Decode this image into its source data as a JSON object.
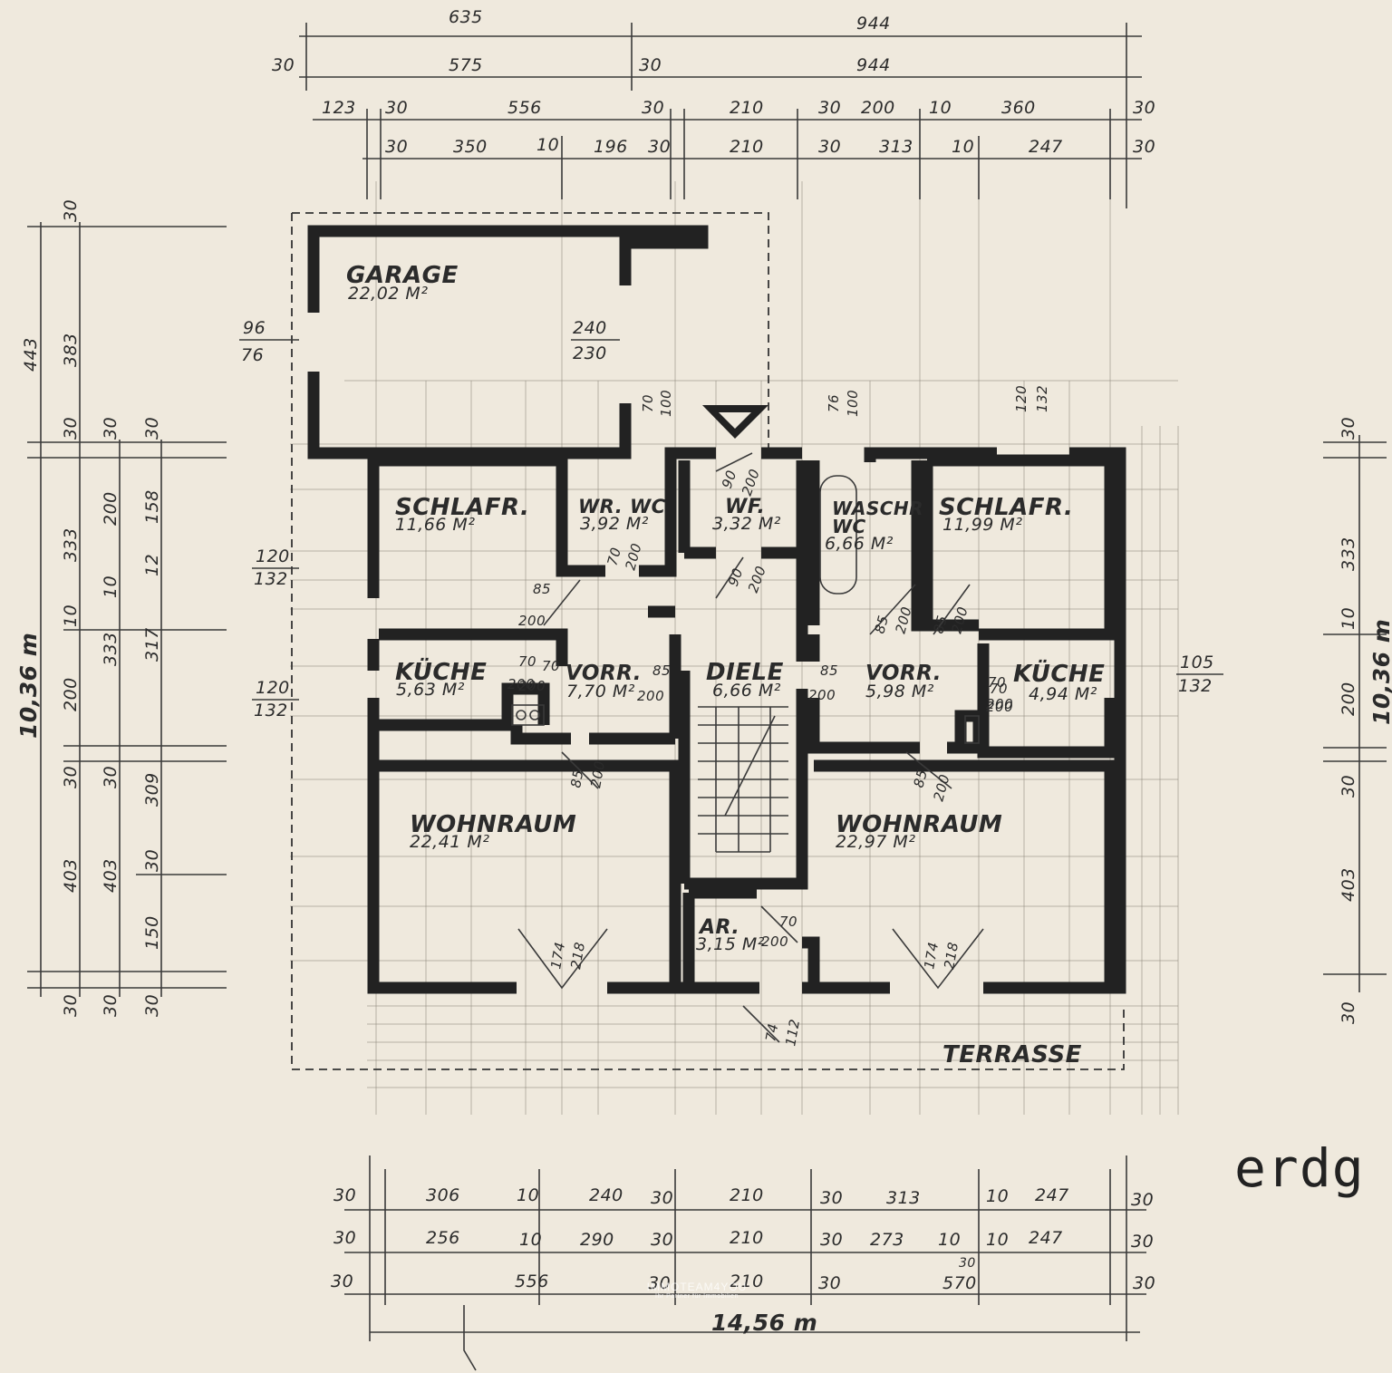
{
  "rooms": {
    "garage": {
      "label": "GARAGE",
      "area": "22,02 M²"
    },
    "schlafr_left": {
      "label": "SCHLAFR.",
      "area": "11,66 M²"
    },
    "wr_wc": {
      "label": "WR. WC",
      "area": "3,92 M²"
    },
    "wf": {
      "label": "WF.",
      "area": "3,32 M²"
    },
    "waschr": {
      "label": "WASCHR",
      "label2": "WC",
      "area": "6,66 M²"
    },
    "schlafr_right": {
      "label": "SCHLAFR.",
      "area": "11,99 M²"
    },
    "kueche_left": {
      "label": "KÜCHE",
      "area": "5,63 M²"
    },
    "vorr_left": {
      "label": "VORR.",
      "area": "7,70 M²"
    },
    "diele": {
      "label": "DIELE",
      "area": "6,66 M²"
    },
    "vorr_right": {
      "label": "VORR.",
      "area": "5,98 M²"
    },
    "kueche_right": {
      "label": "KÜCHE",
      "area": "4,94 M²"
    },
    "wohnraum_left": {
      "label": "WOHNRAUM",
      "area": "22,41 M²"
    },
    "wohnraum_right": {
      "label": "WOHNRAUM",
      "area": "22,97 M²"
    },
    "ar": {
      "label": "AR.",
      "area": "3,15 M²"
    },
    "terrasse": {
      "label": "TERRASSE"
    }
  },
  "dims": {
    "top_row1": [
      "635",
      "944"
    ],
    "top_row2": [
      "30",
      "575",
      "30",
      "944"
    ],
    "top_row3": [
      "123",
      "30",
      "556",
      "30",
      "210",
      "30",
      "200",
      "10",
      "360",
      "30"
    ],
    "top_row4": [
      "30",
      "350",
      "10",
      "196",
      "30",
      "210",
      "30",
      "313",
      "10",
      "247",
      "30"
    ],
    "bottom_row1": [
      "30",
      "306",
      "10",
      "240",
      "30",
      "210",
      "30",
      "313",
      "10",
      "247",
      "30"
    ],
    "bottom_row2": [
      "30",
      "256",
      "10",
      "290",
      "30",
      "210",
      "30",
      "273",
      "10",
      "10",
      "247",
      "30"
    ],
    "bottom_row3": [
      "30",
      "556",
      "30",
      "210",
      "30",
      "570",
      "30"
    ],
    "bottom_small": "30",
    "total_width": "14,56 m",
    "left_col1": [
      "443",
      "10,36 m"
    ],
    "left_col2": [
      "30",
      "383",
      "30",
      "333",
      "10",
      "200",
      "30",
      "403",
      "30"
    ],
    "left_col3": [
      "30",
      "200",
      "10",
      "333",
      "30",
      "403",
      "30"
    ],
    "left_col4": [
      "30",
      "158",
      "12",
      "317",
      "309",
      "30",
      "150",
      "30"
    ],
    "right_col": [
      "30",
      "333",
      "10",
      "200",
      "30",
      "403",
      "30",
      "10,36 m"
    ],
    "wall_notes": [
      [
        "96",
        "76"
      ],
      [
        "240",
        "230"
      ],
      [
        "70",
        "100"
      ],
      [
        "76",
        "100"
      ],
      [
        "120",
        "132"
      ],
      [
        "120",
        "132"
      ],
      [
        "120",
        "132"
      ],
      [
        "105",
        "132"
      ]
    ],
    "doors": [
      [
        "90",
        "200"
      ],
      [
        "70",
        "200"
      ],
      [
        "90",
        "200"
      ],
      [
        "85",
        "200"
      ],
      [
        "70",
        "200"
      ],
      [
        "85",
        "200"
      ],
      [
        "85",
        "200"
      ],
      [
        "85",
        "200"
      ],
      [
        "70",
        "200"
      ],
      [
        "85",
        "200"
      ],
      [
        "70",
        "200"
      ],
      [
        "85",
        "200"
      ],
      [
        "70",
        "200"
      ],
      [
        "174",
        "218"
      ],
      [
        "174",
        "218"
      ],
      [
        "74",
        "112"
      ],
      [
        "85",
        "200"
      ],
      [
        "70",
        "200"
      ]
    ]
  },
  "title": "erdg",
  "watermark": {
    "brand": "IMMOTEAM4YOU",
    "tagline": "Ihr Partner für Immobilien"
  },
  "colors": {
    "paper": "#efe9dd",
    "ink": "#222222"
  }
}
